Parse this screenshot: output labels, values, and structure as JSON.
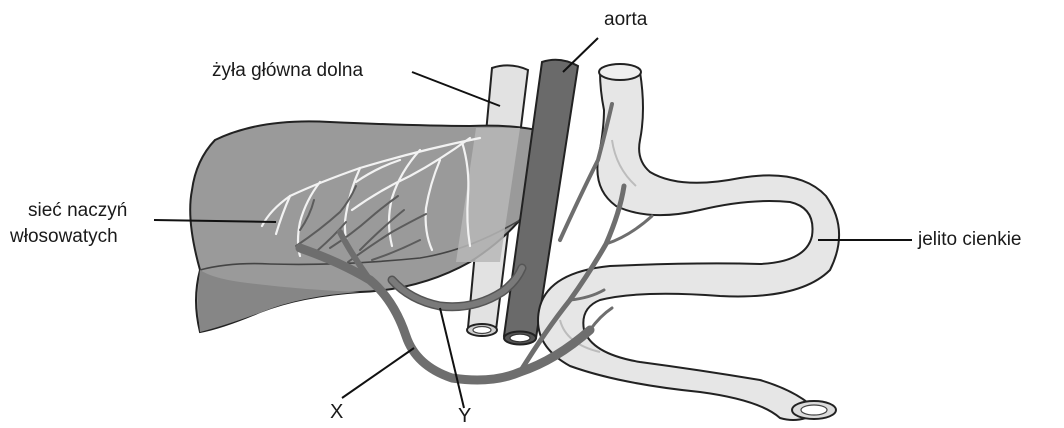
{
  "labels": {
    "aorta": "aorta",
    "vena_cava": "żyła główna dolna",
    "capillaries_line1": "sieć naczyń",
    "capillaries_line2": "włosowatych",
    "small_intestine": "jelito cienkie",
    "x": "X",
    "y": "Y"
  },
  "colors": {
    "liver_fill": "#9a9a9a",
    "liver_dark": "#808080",
    "vena_cava_fill": "#e2e2e2",
    "aorta_fill": "#6a6a6a",
    "intestine_fill": "#e6e6e6",
    "portal_vein": "#6e6e6e",
    "capillary_light": "#f2f2f2",
    "outline": "#222222"
  }
}
